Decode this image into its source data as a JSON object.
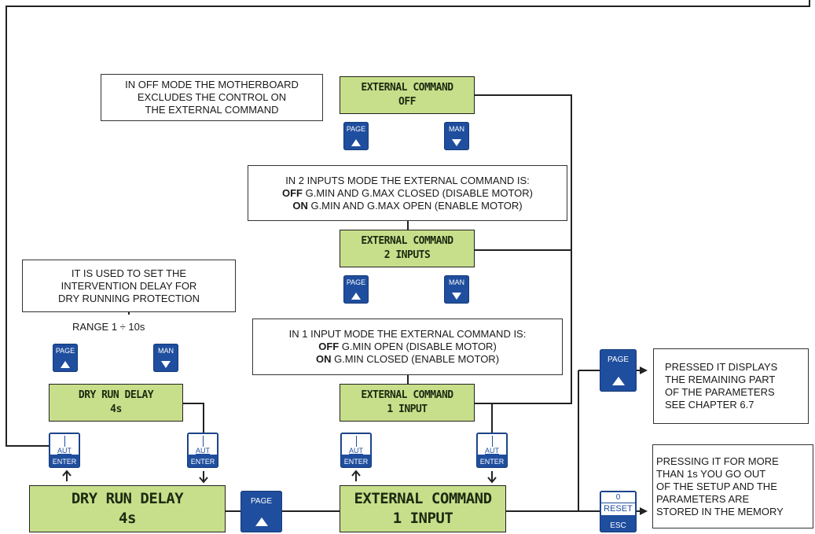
{
  "notes": {
    "off_mode": [
      "IN OFF MODE THE MOTHERBOARD",
      "EXCLUDES THE CONTROL ON",
      "THE EXTERNAL COMMAND"
    ],
    "two_inputs": {
      "title": "IN 2 INPUTS MODE THE EXTERNAL COMMAND IS:",
      "off_bold": "OFF",
      "off_text": " G.MIN AND G.MAX CLOSED (DISABLE MOTOR)",
      "on_bold": "ON",
      "on_text": " G.MIN AND G.MAX OPEN (ENABLE MOTOR)"
    },
    "one_input": {
      "title": "IN 1 INPUT MODE THE EXTERNAL COMMAND IS:",
      "off_bold": "OFF",
      "off_text": " G.MIN OPEN (DISABLE MOTOR)",
      "on_bold": "ON",
      "on_text": " G.MIN CLOSED (ENABLE MOTOR)"
    },
    "dry_run": [
      "IT IS USED TO SET THE",
      "INTERVENTION DELAY FOR",
      "DRY RUNNING PROTECTION"
    ],
    "range": "RANGE 1 ÷ 10s",
    "page_info": [
      "PRESSED IT DISPLAYS",
      "THE REMAINING PART",
      "OF THE PARAMETERS",
      "SEE CHAPTER 6.7"
    ],
    "reset_info": [
      "PRESSING IT FOR MORE",
      "THAN 1s YOU GO OUT",
      "OF THE SETUP AND THE",
      "PARAMETERS ARE",
      "STORED IN THE MEMORY"
    ]
  },
  "displays": {
    "ext_off": [
      "EXTERNAL COMMAND",
      "OFF"
    ],
    "ext_2inputs": [
      "EXTERNAL COMMAND",
      "2 INPUTS"
    ],
    "ext_1input": [
      "EXTERNAL COMMAND",
      "1 INPUT"
    ],
    "dry_small": [
      "DRY RUN DELAY",
      "4s"
    ],
    "dry_big": [
      "DRY RUN DELAY",
      "4s"
    ],
    "ext_big": [
      "EXTERNAL COMMAND",
      "1 INPUT"
    ]
  },
  "keys": {
    "page": "PAGE",
    "man": "MAN",
    "aut": "AUT",
    "enter": "ENTER",
    "zero": "0",
    "reset": "RESET",
    "esc": "ESC"
  }
}
